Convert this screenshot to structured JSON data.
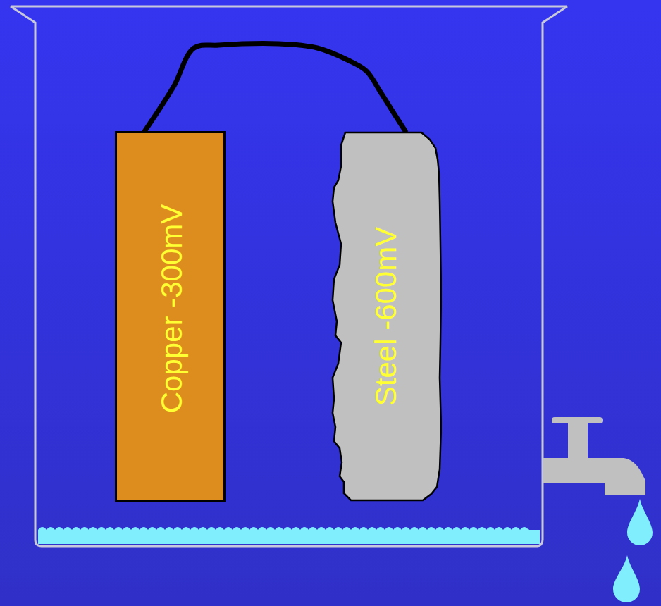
{
  "diagram": {
    "nodes": [
      {
        "text": [
          "Copper -300mV"
        ]
      },
      {
        "text": [
          "Steel -600mV"
        ]
      }
    ],
    "edges": [
      {
        "from": 0,
        "to": 1,
        "arrow": "none"
      }
    ]
  }
}
